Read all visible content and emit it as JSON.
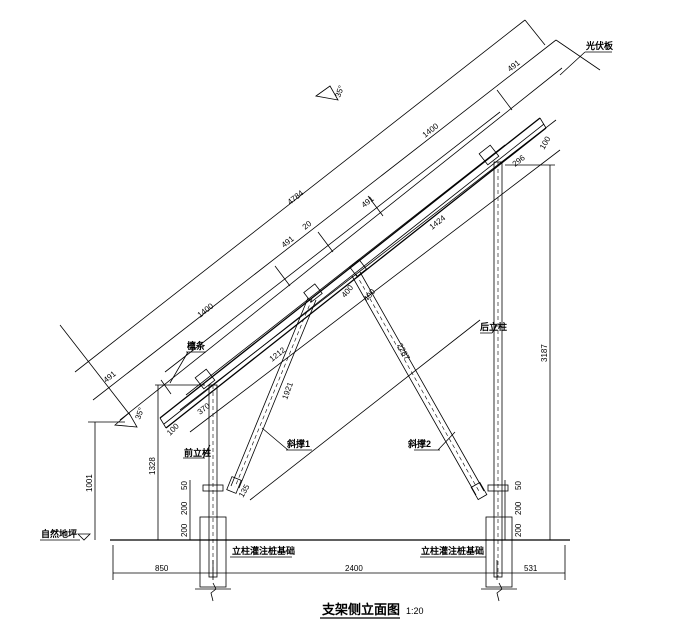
{
  "title": "支架侧立面图",
  "scale": "1:20",
  "labels": {
    "pv_panel": "光伏板",
    "purlin": "檩条",
    "front_post": "前立柱",
    "rear_post": "后立柱",
    "brace1": "斜撑1",
    "brace2": "斜撑2",
    "ground": "自然地坪",
    "pile_left": "立柱灌注桩基础",
    "pile_right": "立柱灌注桩基础",
    "angle_top": "35°",
    "angle_bottom": "35°"
  },
  "dims": {
    "total": "4784",
    "s1": "491",
    "s2": "1400",
    "s3": "491",
    "gap": "20",
    "s4": "491",
    "s5": "1400",
    "s6": "491",
    "d1212": "1212",
    "d1921": "1921",
    "d2287": "2287",
    "d1424": "1424",
    "d400a": "400",
    "d400b": "400",
    "d370": "370",
    "d100a": "100",
    "d100b": "100",
    "d296": "296",
    "d135": "135",
    "l50": "50",
    "l200a": "200",
    "l200b": "200",
    "r50": "50",
    "r200a": "200",
    "r200b": "200",
    "h1001": "1001",
    "h1328": "1328",
    "h3187": "3187",
    "w850": "850",
    "w2400": "2400",
    "w531": "531"
  }
}
